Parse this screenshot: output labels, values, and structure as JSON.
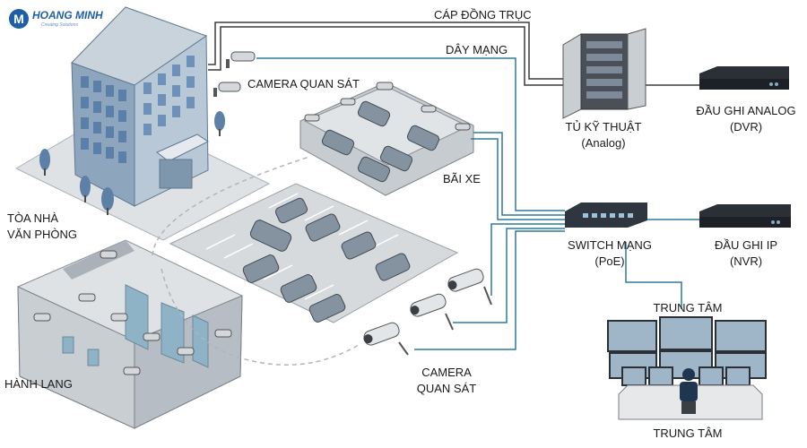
{
  "brand": {
    "mark": "M",
    "name": "HOANG MINH",
    "tagline": "Creating Solutions"
  },
  "labels": {
    "coax_cable": "CÁP ĐỒNG TRỤC",
    "network_cable": "DÂY MẠNG",
    "camera_top": "CAMERA QUAN SÁT",
    "parking": "BÃI XE",
    "office_line1": "TÒA  NHÀ",
    "office_line2": "VĂN PHÒNG",
    "corridor": "HÀNH LANG",
    "camera_bottom_line1": "CAMERA",
    "camera_bottom_line2": "QUAN SÁT",
    "cabinet_line1": "TỦ KỸ THUẬT",
    "cabinet_line2": "(Analog)",
    "dvr_line1": "ĐẦU GHI ANALOG",
    "dvr_line2": "(DVR)",
    "switch_line1": "SWITCH MẠNG",
    "switch_line2": "(PoE)",
    "nvr_line1": "ĐẦU GHI IP",
    "nvr_line2": "(NVR)",
    "control_top": "TRUNG TÂM",
    "control_bottom": "TRUNG TÂM"
  },
  "colors": {
    "coax": "#3b3b3b",
    "network": "#2f7a9a",
    "building": "#9fb4c8",
    "window": "#5b84b1",
    "device": "#2b2f36",
    "ground": "#d9dcdf",
    "brand": "#1f5fa8"
  }
}
